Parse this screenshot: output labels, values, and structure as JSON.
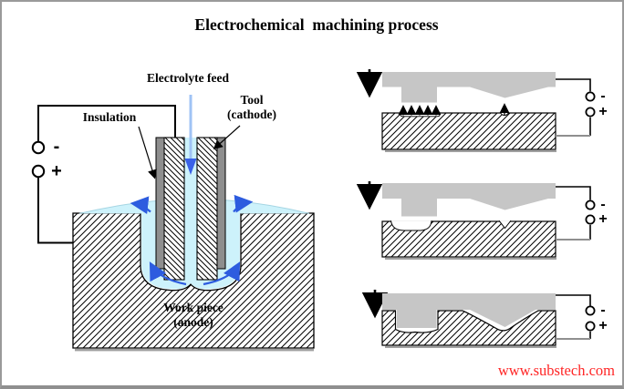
{
  "title": "Electrochemical  machining process",
  "watermark": "www.substech.com",
  "left_diagram": {
    "labels": {
      "electrolyte_feed": "Electrolyte feed",
      "tool": "Tool",
      "tool_sub": "(cathode)",
      "insulation": "Insulation",
      "workpiece": "Work piece",
      "workpiece_sub": "(anode)"
    }
  },
  "terminals": {
    "negative": "-",
    "positive": "+"
  },
  "colors": {
    "electrolyte": "#cdf2fb",
    "tool_gray": "#c6c6c6",
    "insulation_gray": "#8e8e8e",
    "flow_blue": "#2d5cdf",
    "feed_shaft_blue": "#9fc3f5",
    "feed_head_blue": "#3a62e8",
    "watermark_red": "#ff2626",
    "hatch": "#000000"
  }
}
